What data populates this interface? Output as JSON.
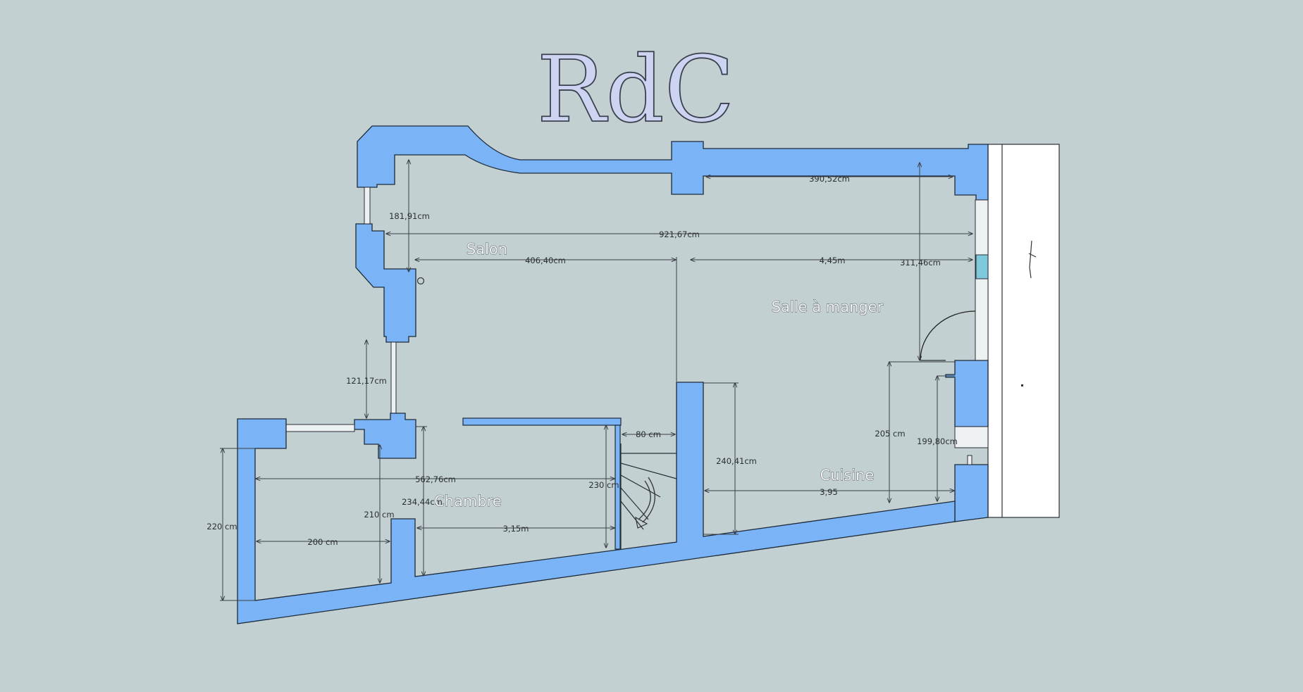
{
  "plan": {
    "title": "RdC",
    "rooms": {
      "salon": "Salon",
      "salle_a_manger": "Salle à manger",
      "cuisine": "Cuisine",
      "chambre": "Chambre"
    },
    "dimensions": {
      "d_390": "390,52cm",
      "d_181": "181,91cm",
      "d_921": "921,67cm",
      "d_406": "406,40cm",
      "d_445": "4,45m",
      "d_311": "311,46cm",
      "d_121": "121,17cm",
      "d_205": "205 cm",
      "d_199": "199,80cm",
      "d_80": "80 cm",
      "d_240": "240,41cm",
      "d_562": "562,76cm",
      "d_230": "230 cm",
      "d_395": "3,95",
      "d_234": "234,44cm",
      "d_210": "210 cm",
      "d_220": "220 cm",
      "d_200": "200 cm",
      "d_315": "3,15m"
    },
    "colors": {
      "background": "#c2d0d2",
      "wall": "#7ab4f7",
      "window": "#7fc8dc",
      "title": "#ccd4f2"
    }
  }
}
